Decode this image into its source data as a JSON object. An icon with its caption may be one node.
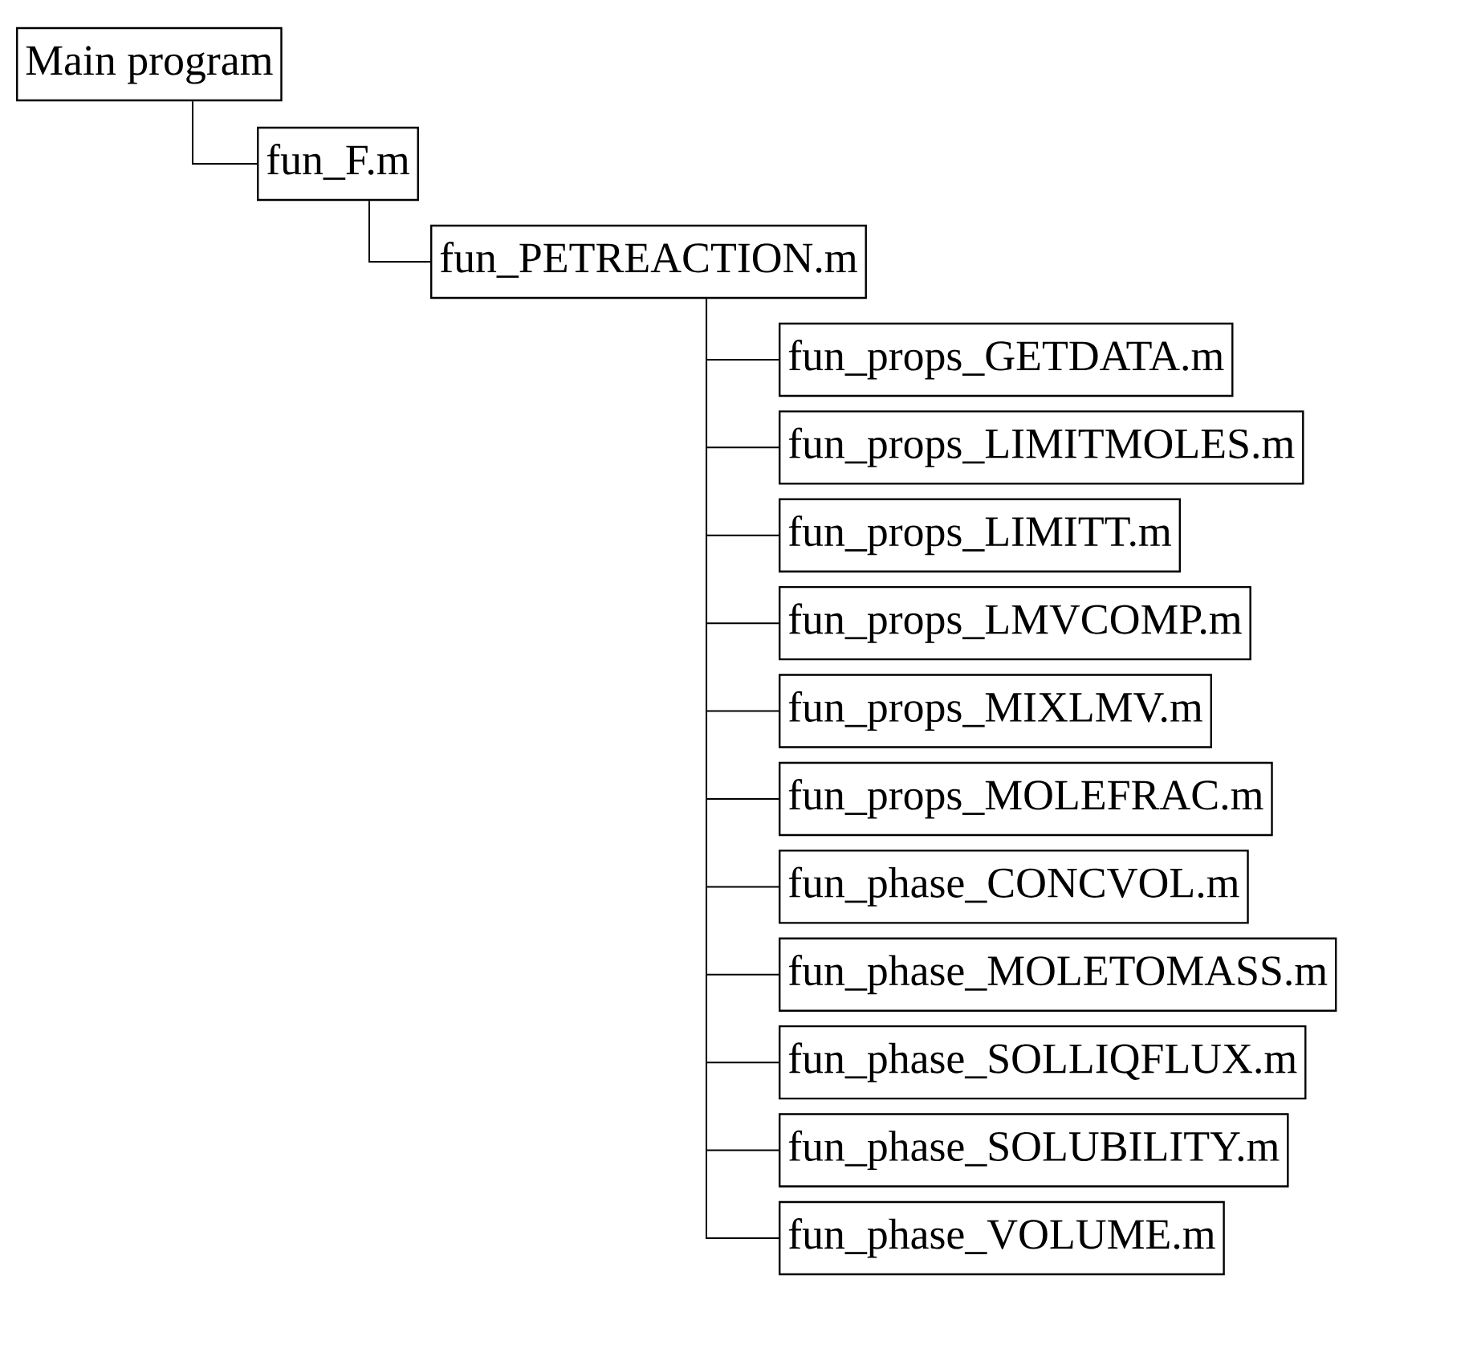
{
  "diagram": {
    "nodes": [
      {
        "text": [
          "Main program"
        ]
      },
      {
        "text": [
          "fun_F.m"
        ]
      },
      {
        "text": [
          "fun_PETREACTION.m"
        ]
      },
      {
        "text": [
          "fun_props_GETDATA.m"
        ]
      },
      {
        "text": [
          "fun_props_LIMITMOLES.m"
        ]
      },
      {
        "text": [
          "fun_props_LIMITT.m"
        ]
      },
      {
        "text": [
          "fun_props_LMVCOMP.m"
        ]
      },
      {
        "text": [
          "fun_props_MIXLMV.m"
        ]
      },
      {
        "text": [
          "fun_props_MOLEFRAC.m"
        ]
      },
      {
        "text": [
          "fun_phase_CONCVOL.m"
        ]
      },
      {
        "text": [
          "fun_phase_MOLETOMASS.m"
        ]
      },
      {
        "text": [
          "fun_phase_SOLLIQFLUX.m"
        ]
      },
      {
        "text": [
          "fun_phase_SOLUBILITY.m"
        ]
      },
      {
        "text": [
          "fun_phase_VOLUME.m"
        ]
      }
    ],
    "edges": [
      {
        "from": 0,
        "to": 1,
        "arrow": "none"
      },
      {
        "from": 1,
        "to": 2,
        "arrow": "none"
      },
      {
        "from": 2,
        "to": 3,
        "arrow": "none"
      },
      {
        "from": 2,
        "to": 4,
        "arrow": "none"
      },
      {
        "from": 2,
        "to": 5,
        "arrow": "none"
      },
      {
        "from": 2,
        "to": 6,
        "arrow": "none"
      },
      {
        "from": 2,
        "to": 7,
        "arrow": "none"
      },
      {
        "from": 2,
        "to": 8,
        "arrow": "none"
      },
      {
        "from": 2,
        "to": 9,
        "arrow": "none"
      },
      {
        "from": 2,
        "to": 10,
        "arrow": "none"
      },
      {
        "from": 2,
        "to": 11,
        "arrow": "none"
      },
      {
        "from": 2,
        "to": 12,
        "arrow": "none"
      },
      {
        "from": 2,
        "to": 13,
        "arrow": "none"
      }
    ]
  }
}
